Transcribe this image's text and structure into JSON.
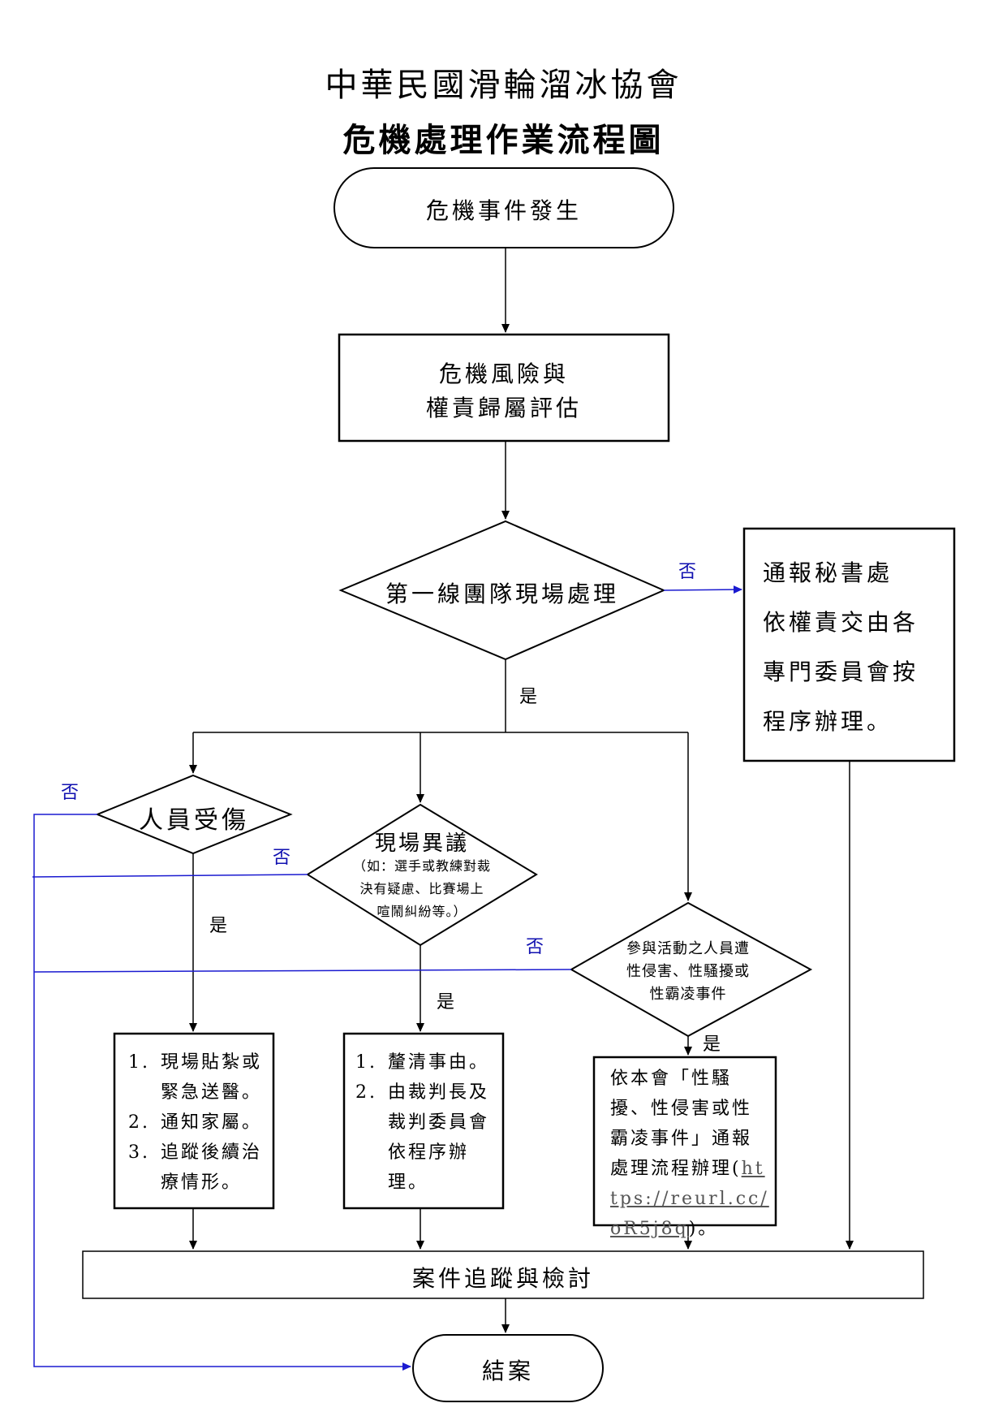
{
  "header": {
    "org": "中華民國滑輪溜冰協會",
    "title": "危機處理作業流程圖"
  },
  "nodes": {
    "start": "危機事件發生",
    "assess": [
      "危機風險與",
      "權責歸屬評估"
    ],
    "frontline": "第一線團隊現場處理",
    "notify": [
      "通報秘書處",
      "依權責交由各",
      "專門委員會按",
      "程序辦理。"
    ],
    "injury": "人員受傷",
    "dispute_title": "現場異議",
    "dispute_note": [
      "（如：選手或教練對裁",
      "決有疑慮、比賽場上",
      "喧鬧糾紛等。）"
    ],
    "harassment": [
      "參與活動之人員遭",
      "性侵害、性騷擾或",
      "性霸凌事件"
    ],
    "injury_steps": [
      {
        "n": "1.",
        "text": "現場貼紮或緊急送醫。"
      },
      {
        "n": "2.",
        "text": "通知家屬。"
      },
      {
        "n": "3.",
        "text": "追蹤後續治療情形。"
      }
    ],
    "dispute_steps": [
      {
        "n": "1.",
        "text": "釐清事由。"
      },
      {
        "n": "2.",
        "text": "由裁判長及裁判委員會依程序辦理。"
      }
    ],
    "harassment_proc": {
      "text": "依本會「性騷擾、性侵害或性霸凌事件」通報處理流程辦理",
      "link_open": "(",
      "link": "https://reurl.cc/oR5j8q",
      "link_close": ")。"
    },
    "review": "案件追蹤與檢討",
    "end": "結案"
  },
  "labels": {
    "yes": "是",
    "no": "否"
  },
  "colors": {
    "line": "#000000",
    "no_branch": "#1a1ad0"
  }
}
